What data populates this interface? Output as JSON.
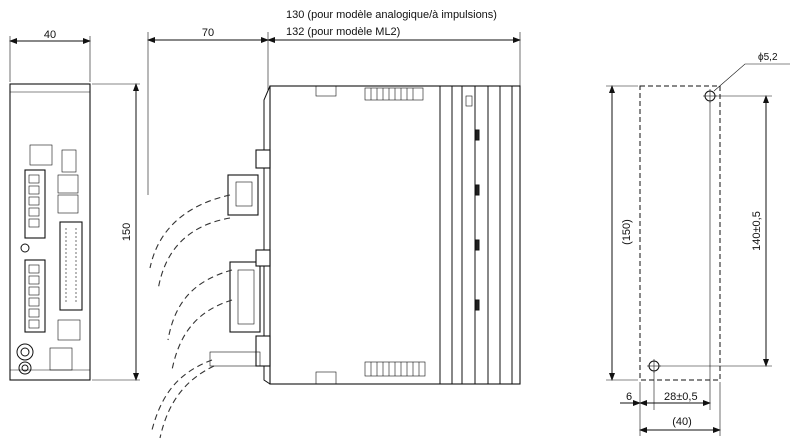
{
  "dimensions": {
    "front_width": "40",
    "side_depth": "70",
    "depth_analog": "130 (pour modèle analogique/à impulsions)",
    "depth_ml2": "132 (pour modèle ML2)",
    "front_height": "150",
    "mount_height": "(150)",
    "hole_pitch": "140±0,5",
    "hole_diameter": "ϕ5,2",
    "edge_offset": "6",
    "hole_spacing": "28±0,5",
    "mount_width": "(40)"
  }
}
